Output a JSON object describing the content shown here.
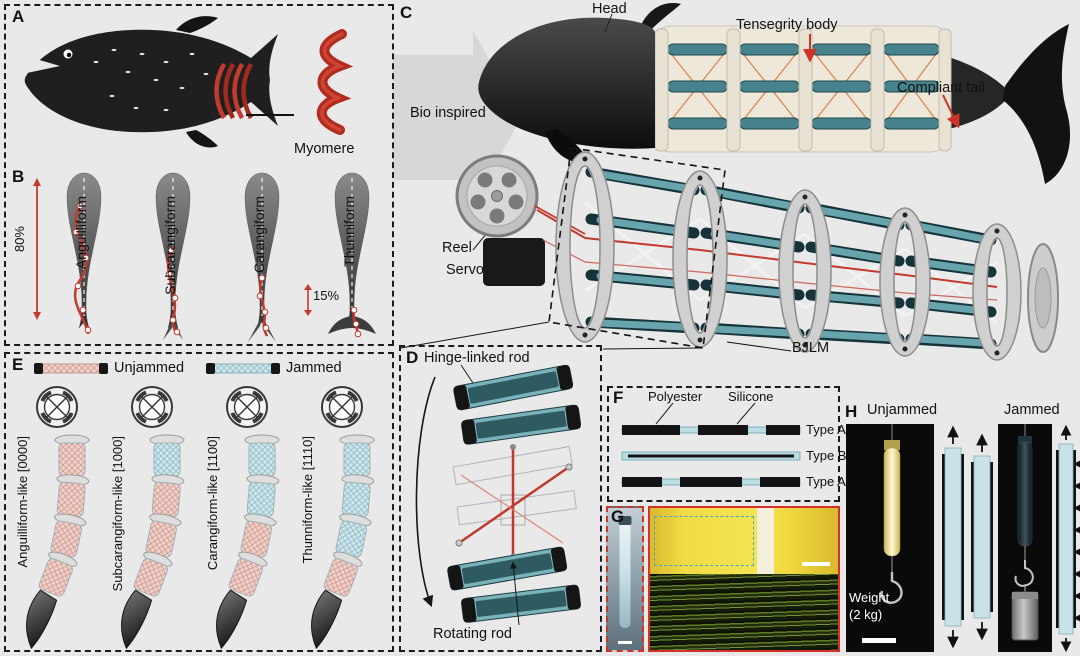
{
  "figure": {
    "background": "#e9e9e9",
    "accent_red": "#d0342c",
    "unjammed_color": "#eed3cd",
    "jammed_color": "#cfe6ec"
  },
  "panel_a": {
    "label": "A",
    "myomere_label": "Myomere"
  },
  "panel_b": {
    "label": "B",
    "pct_anguilliform": "80%",
    "pct_thunniform": "15%",
    "modes": [
      {
        "name": "Anguilliform"
      },
      {
        "name": "Subcarangiform"
      },
      {
        "name": "Carangiform"
      },
      {
        "name": "Thunniform"
      }
    ]
  },
  "panel_c": {
    "label": "C",
    "head_label": "Head",
    "tensegrity_label": "Tensegrity body",
    "tail_label": "Compliant tail",
    "bio_label": "Bio inspired",
    "reel_label": "Reel",
    "servo_label": "Servo",
    "bjlm_label": "BJLM"
  },
  "panel_d": {
    "label": "D",
    "hinge_rod_label": "Hinge-linked rod",
    "rotating_rod_label": "Rotating rod"
  },
  "panel_e": {
    "label": "E",
    "legend_unjammed": "Unjammed",
    "legend_jammed": "Jammed",
    "items": [
      {
        "name": "Anguilliform-like [0000]"
      },
      {
        "name": "Subcarangiform-like [1000]"
      },
      {
        "name": "Carangiform-like [1100]"
      },
      {
        "name": "Thunniform-like [1110]"
      }
    ]
  },
  "panel_f": {
    "label": "F",
    "polyester_label": "Polyester",
    "silicone_label": "Silicone",
    "types": [
      {
        "name": "Type A"
      },
      {
        "name": "Type B"
      },
      {
        "name": "Type A"
      }
    ]
  },
  "panel_g": {
    "label": "G"
  },
  "panel_h": {
    "label": "H",
    "unjammed_label": "Unjammed",
    "jammed_label": "Jammed",
    "weight_line1": "Weight",
    "weight_line2": "(2 kg)"
  }
}
